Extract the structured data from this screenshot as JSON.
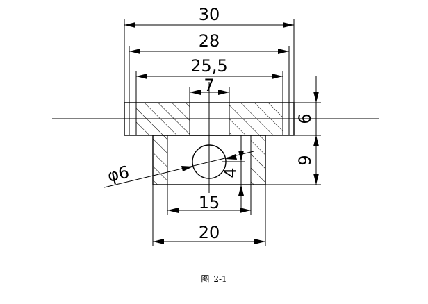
{
  "figure": {
    "caption_prefix": "图",
    "caption_number": "2-1"
  },
  "dimensions": {
    "width_30": "30",
    "width_28": "28",
    "width_25_5": "25,5",
    "width_7": "7",
    "height_6": "6",
    "height_9": "9",
    "depth_4": "4",
    "diameter_6": "φ6",
    "width_15": "15",
    "width_20": "20"
  }
}
